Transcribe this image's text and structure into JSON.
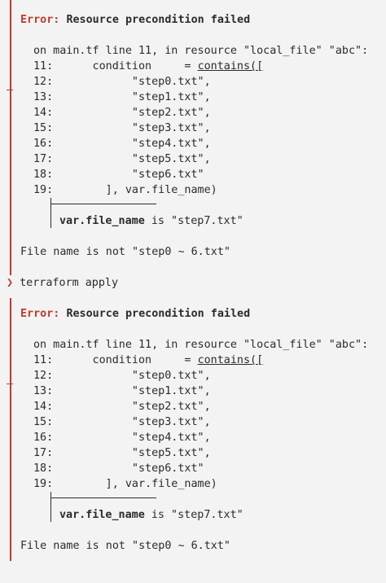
{
  "blocks": [
    {
      "error_label": "Error:",
      "error_title": "Resource precondition failed",
      "location": "on main.tf line 11, in resource \"local_file\" \"abc\":",
      "code": [
        {
          "num": "11:",
          "pre": "      condition     = ",
          "under": "contains([",
          "post": ""
        },
        {
          "num": "12:",
          "pre": "            \"step0.txt\",",
          "under": "",
          "post": ""
        },
        {
          "num": "13:",
          "pre": "            \"step1.txt\",",
          "under": "",
          "post": ""
        },
        {
          "num": "14:",
          "pre": "            \"step2.txt\",",
          "under": "",
          "post": ""
        },
        {
          "num": "15:",
          "pre": "            \"step3.txt\",",
          "under": "",
          "post": ""
        },
        {
          "num": "16:",
          "pre": "            \"step4.txt\",",
          "under": "",
          "post": ""
        },
        {
          "num": "17:",
          "pre": "            \"step5.txt\",",
          "under": "",
          "post": ""
        },
        {
          "num": "18:",
          "pre": "            \"step6.txt\"",
          "under": "",
          "post": ""
        },
        {
          "num": "19:",
          "pre": "        ], var.file_name)",
          "under": "",
          "post": ""
        }
      ],
      "var_name": "var.file_name",
      "var_rest": " is \"step7.txt\"",
      "message": "File name is not \"step0 ~ 6.txt\""
    },
    {
      "error_label": "Error:",
      "error_title": "Resource precondition failed",
      "location": "on main.tf line 11, in resource \"local_file\" \"abc\":",
      "code": [
        {
          "num": "11:",
          "pre": "      condition     = ",
          "under": "contains([",
          "post": ""
        },
        {
          "num": "12:",
          "pre": "            \"step0.txt\",",
          "under": "",
          "post": ""
        },
        {
          "num": "13:",
          "pre": "            \"step1.txt\",",
          "under": "",
          "post": ""
        },
        {
          "num": "14:",
          "pre": "            \"step2.txt\",",
          "under": "",
          "post": ""
        },
        {
          "num": "15:",
          "pre": "            \"step3.txt\",",
          "under": "",
          "post": ""
        },
        {
          "num": "16:",
          "pre": "            \"step4.txt\",",
          "under": "",
          "post": ""
        },
        {
          "num": "17:",
          "pre": "            \"step5.txt\",",
          "under": "",
          "post": ""
        },
        {
          "num": "18:",
          "pre": "            \"step6.txt\"",
          "under": "",
          "post": ""
        },
        {
          "num": "19:",
          "pre": "        ], var.file_name)",
          "under": "",
          "post": ""
        }
      ],
      "var_name": "var.file_name",
      "var_rest": " is \"step7.txt\"",
      "message": "File name is not \"step0 ~ 6.txt\""
    }
  ],
  "prompt": {
    "arrow": "❯",
    "command": "terraform apply"
  },
  "colors": {
    "error": "#c0392b",
    "background": "#f3f3f3",
    "text": "#2b2b2b"
  }
}
